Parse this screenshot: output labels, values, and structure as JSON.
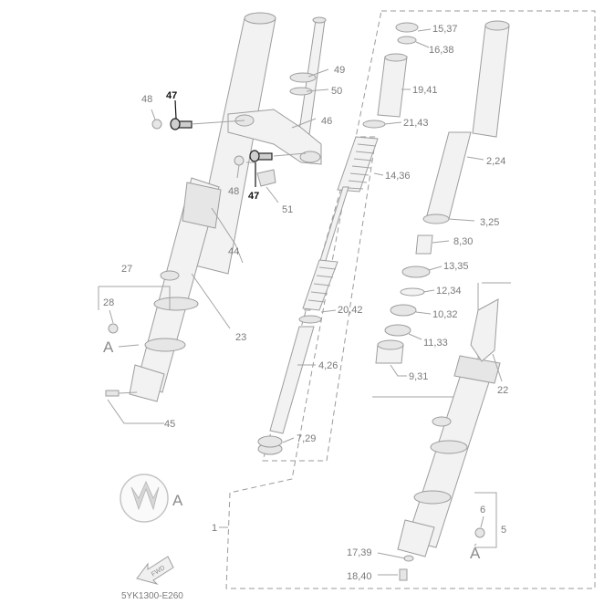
{
  "labels": {
    "l1": "1",
    "l2_24": "2,24",
    "l3_25": "3,25",
    "l4_26": "4,26",
    "l5": "5",
    "l6": "6",
    "l7_29": "7,29",
    "l8_30": "8,30",
    "l9_31": "9,31",
    "l10_32": "10,32",
    "l11_33": "11,33",
    "l12_34": "12,34",
    "l13_35": "13,35",
    "l14_36": "14,36",
    "l15_37": "15,37",
    "l16_38": "16,38",
    "l17_39": "17,39",
    "l18_40": "18,40",
    "l19_41": "19,41",
    "l20_42": "20,42",
    "l21_43": "21,43",
    "l22": "22",
    "l23": "23",
    "l27": "27",
    "l28": "28",
    "l44": "44",
    "l45": "45",
    "l46": "46",
    "l47_top": "47",
    "l47_bottom": "47",
    "l48_top": "48",
    "l48_bottom": "48",
    "l49": "49",
    "l50": "50",
    "l51": "51"
  },
  "markers": {
    "a_left": "A",
    "a_right": "A",
    "a_logo": "A"
  },
  "fwd_text": "FWD",
  "diagram_code": "5YK1300-E260",
  "colors": {
    "line": "#a3a3a3",
    "part_fill": "#f2f2f2",
    "highlight": "#111111"
  }
}
